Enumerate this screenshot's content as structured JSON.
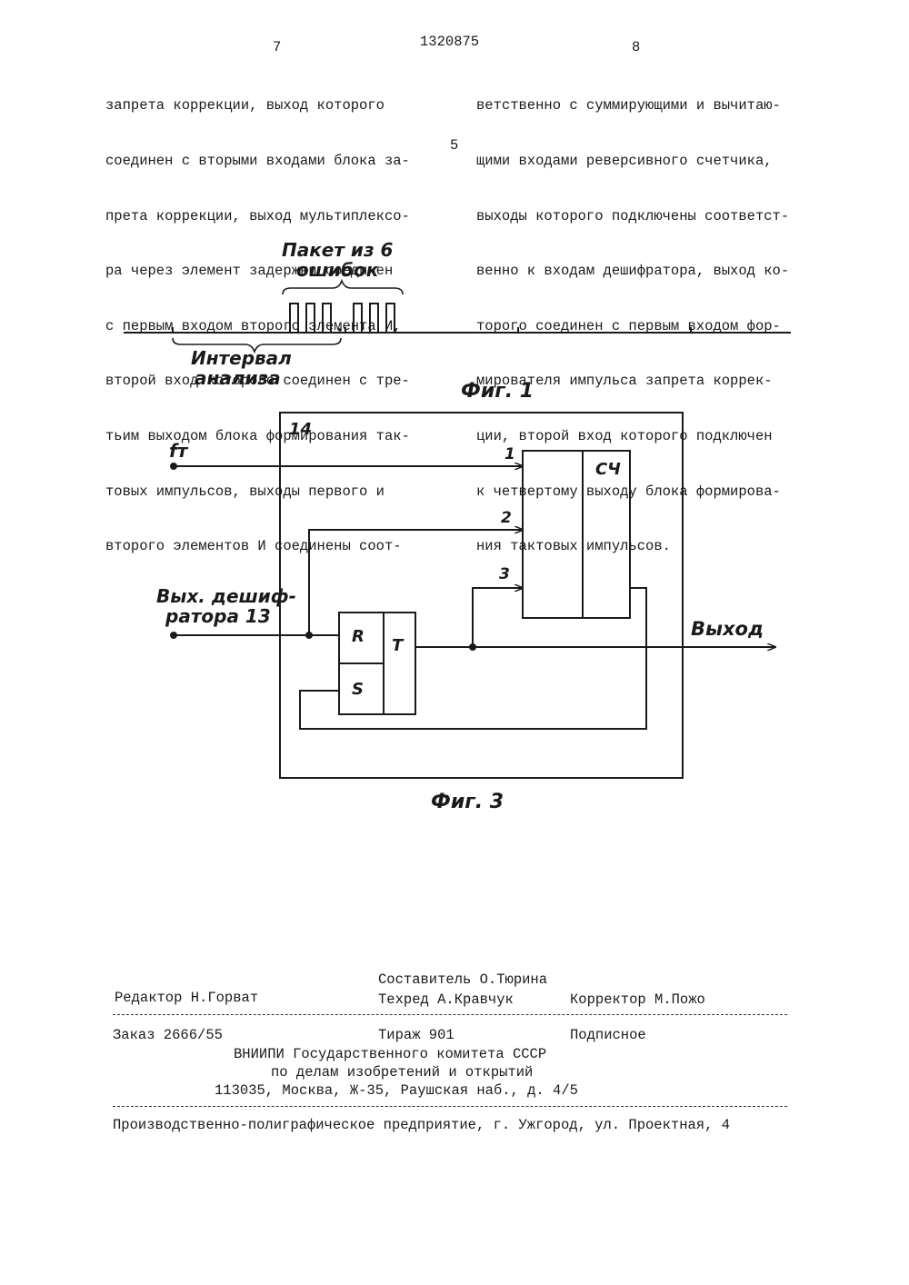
{
  "header": {
    "page_left": "7",
    "patent_number": "1320875",
    "page_right": "8"
  },
  "body_text": {
    "left_column": [
      "запрета коррекции, выход которого",
      "соединен с вторыми входами блока за-",
      "прета коррекции, выход мультиплексо-",
      "ра через элемент задержки соединен",
      "с первым входом второго элемента И,",
      "второй вход которого соединен с тре-",
      "тьим выходом блока формирования так-",
      "товых импульсов, выходы первого и",
      "второго элементов И соединены соот-"
    ],
    "line_marker": "5",
    "right_column": [
      "ветственно с суммирующими и вычитаю-",
      "щими входами реверсивного счетчика,",
      "выходы которого подключены соответст-",
      "венно к входам дешифратора, выход ко-",
      "торого соединен с первым входом фор-",
      "мирователя импульса запрета коррек-",
      "ции, второй вход которого подключен",
      "к четвертому выходу блока формирова-",
      "ния тактовых импульсов."
    ]
  },
  "figure1": {
    "burst_label_line1": "Пакет из 6",
    "burst_label_line2": "ошибок",
    "interval_label_line1": "Интервал",
    "interval_label_line2": "анализа",
    "caption": "Фиг. 1"
  },
  "figure3": {
    "block_number": "14",
    "counter_label": "СЧ",
    "input_ft": "fт",
    "input_decoder_line1": "Вых. дешиф-",
    "input_decoder_line2": "ратора 13",
    "counter_inputs": [
      "1",
      "2",
      "3"
    ],
    "flipflop_r": "R",
    "flipflop_s": "S",
    "flipflop_t": "T",
    "output_label": "Выход",
    "caption": "Фиг. 3"
  },
  "colophon": {
    "compiler": "Составитель О.Тюрина",
    "editor": "Редактор Н.Горват",
    "techred": "Техред А.Кравчук",
    "corrector": "Корректор М.Пожо",
    "order": "Заказ 2666/55",
    "circulation": "Тираж 901",
    "subscription": "Подписное",
    "org_line1": "ВНИИПИ Государственного комитета СССР",
    "org_line2": "по делам изобретений и открытий",
    "org_address": "113035, Москва, Ж-35, Раушская наб., д. 4/5",
    "printer": "Производственно-полиграфическое предприятие, г. Ужгород, ул. Проектная, 4"
  }
}
